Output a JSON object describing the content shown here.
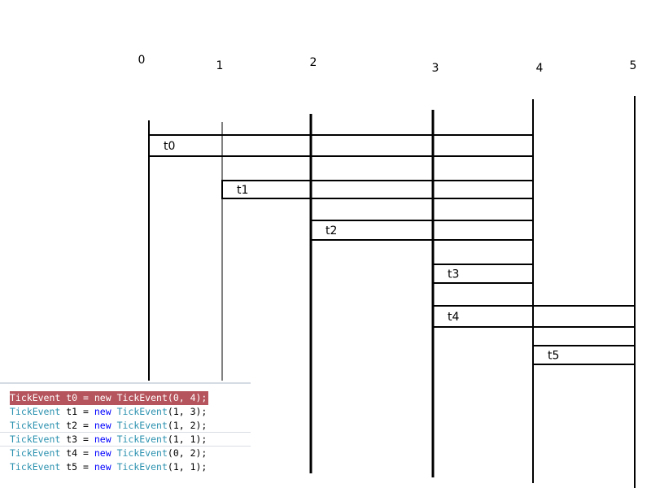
{
  "ticks": [
    "0",
    "1",
    "2",
    "3",
    "4",
    "5"
  ],
  "events": [
    {
      "label": "t0",
      "start": 0,
      "end": 4
    },
    {
      "label": "t1",
      "start": 1,
      "end": 4
    },
    {
      "label": "t2",
      "start": 2,
      "end": 4
    },
    {
      "label": "t3",
      "start": 3,
      "end": 4
    },
    {
      "label": "t4",
      "start": 3,
      "end": 5
    },
    {
      "label": "t5",
      "start": 4,
      "end": 5
    }
  ],
  "code": {
    "highlight_color": "#b5545c",
    "lines": [
      {
        "type": "TickEvent",
        "name": " t0 = ",
        "kw": "new",
        "ctor": " TickEvent",
        "args": "(0, 4);",
        "highlighted": true
      },
      {
        "type": "TickEvent",
        "name": " t1 = ",
        "kw": "new",
        "ctor": " TickEvent",
        "args": "(1, 3);",
        "highlighted": false
      },
      {
        "type": "TickEvent",
        "name": " t2 = ",
        "kw": "new",
        "ctor": " TickEvent",
        "args": "(1, 2);",
        "highlighted": false
      },
      {
        "type": "TickEvent",
        "name": " t3 = ",
        "kw": "new",
        "ctor": " TickEvent",
        "args": "(1, 1);",
        "highlighted": false
      },
      {
        "type": "TickEvent",
        "name": " t4 = ",
        "kw": "new",
        "ctor": " TickEvent",
        "args": "(0, 2);",
        "highlighted": false
      },
      {
        "type": "TickEvent",
        "name": " t5 = ",
        "kw": "new",
        "ctor": " TickEvent",
        "args": "(1, 1);",
        "highlighted": false
      }
    ]
  }
}
